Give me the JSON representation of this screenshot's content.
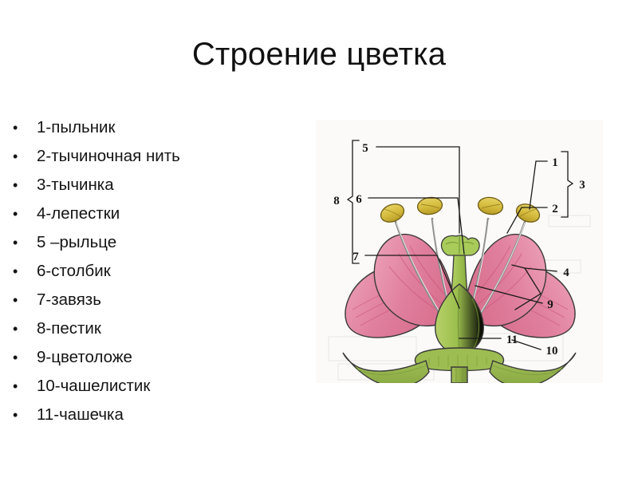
{
  "slide": {
    "title": "Строение цветка",
    "background_color": "#ffffff",
    "text_color": "#141414"
  },
  "bullets": [
    {
      "bullet": "•",
      "label": "1-пыльник"
    },
    {
      "bullet": "•",
      "label": "2-тычиночная нить"
    },
    {
      "bullet": "•",
      "label": "3-тычинка"
    },
    {
      "bullet": "•",
      "label": "4-лепестки"
    },
    {
      "bullet": "•",
      "label": "5 –рыльце"
    },
    {
      "bullet": "•",
      "label": "6-столбик"
    },
    {
      "bullet": "•",
      "label": "7-завязь"
    },
    {
      "bullet": "•",
      "label": "8-пестик"
    },
    {
      "bullet": "•",
      "label": "9-цветоложе"
    },
    {
      "bullet": "•",
      "label": "10-чашелистик"
    },
    {
      "bullet": "•",
      "label": "11-чашечка"
    }
  ],
  "diagram": {
    "kind": "botanical-flower-cross-section",
    "paper_color": "#fbfaf8",
    "colors": {
      "petal_pink": "#e07f9e",
      "petal_pink_light": "#eda2ba",
      "petal_vein": "#c9567c",
      "anther_yellow": "#d9c145",
      "anther_yellow_dark": "#b79b29",
      "filament_gray": "#8d8d8d",
      "pistil_green": "#9cbf4e",
      "pistil_green_dark": "#7b9e36",
      "sepal_green": "#93b24b",
      "stem_green": "#8fae46",
      "outline": "#2e2e2e",
      "leader_line": "#1a1a1a"
    },
    "callouts": [
      {
        "id": "1",
        "name": "anther",
        "text": "1"
      },
      {
        "id": "2",
        "name": "filament",
        "text": "2"
      },
      {
        "id": "3",
        "name": "stamen",
        "text": "3"
      },
      {
        "id": "4",
        "name": "petals",
        "text": "4"
      },
      {
        "id": "5",
        "name": "stigma",
        "text": "5"
      },
      {
        "id": "6",
        "name": "style",
        "text": "6"
      },
      {
        "id": "7",
        "name": "ovary",
        "text": "7"
      },
      {
        "id": "8",
        "name": "pistil",
        "text": "8"
      },
      {
        "id": "9",
        "name": "receptacle",
        "text": "9"
      },
      {
        "id": "10",
        "name": "sepal",
        "text": "10"
      },
      {
        "id": "11",
        "name": "calyx",
        "text": "11"
      }
    ]
  }
}
